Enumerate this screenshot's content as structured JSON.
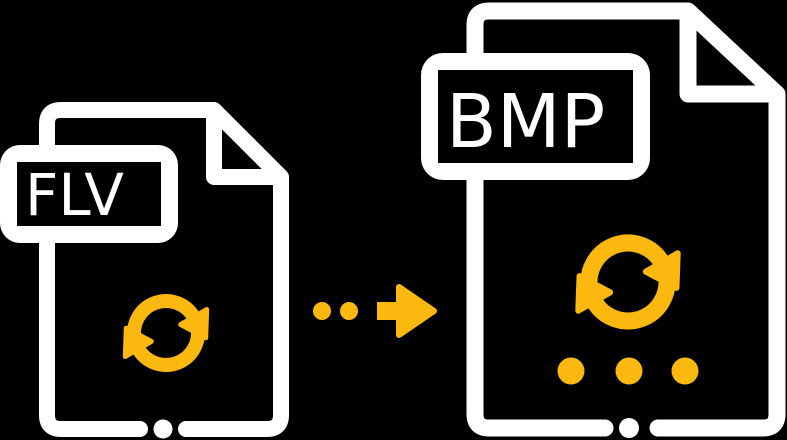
{
  "illustration": {
    "title": "FLV to BMP file conversion",
    "source_file": {
      "format": "FLV"
    },
    "target_file": {
      "format": "BMP"
    },
    "icons": {
      "source_document": "document-with-folded-corner",
      "target_document": "document-with-folded-corner",
      "sync": "circular-sync-arrows",
      "conversion_arrow": "right-arrow-with-dots",
      "ellipsis": "three-dots"
    },
    "colors": {
      "background": "#000000",
      "document": "#ffffff",
      "accent": "#fbb80e"
    }
  }
}
